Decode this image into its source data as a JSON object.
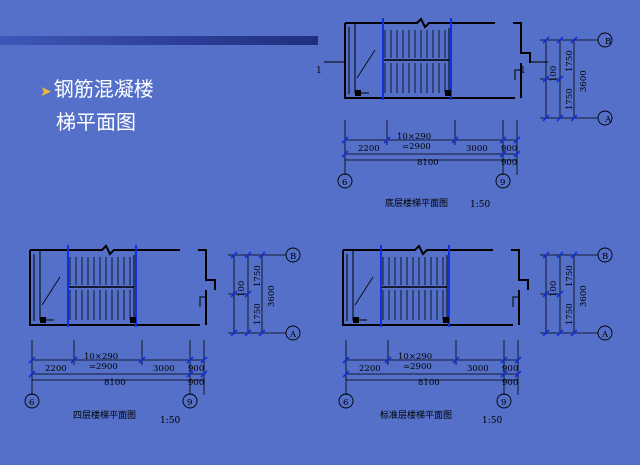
{
  "slide": {
    "bullet": "➤",
    "heading_line1": "钢筋混凝楼",
    "heading_line2": "梯平面图",
    "accent_color": "#f3b83c",
    "background_color": "#5470c8"
  },
  "plans": [
    {
      "id": "ground",
      "title": "底层楼梯平面图",
      "scale": "1:50",
      "dim_row1": [
        "2200",
        "10×290",
        "=2900",
        "3000",
        "900"
      ],
      "dim_row2": [
        "8100",
        "900"
      ],
      "vert_dims": [
        "1750",
        "1750",
        "100",
        "3600"
      ],
      "axes": [
        "6",
        "9",
        "B",
        "A"
      ],
      "section_mark": "1"
    },
    {
      "id": "fourth",
      "title": "四层楼梯平面图",
      "scale": "1:50",
      "dim_row1": [
        "2200",
        "10×290",
        "=2900",
        "3000",
        "900"
      ],
      "dim_row2": [
        "8100",
        "900"
      ],
      "vert_dims": [
        "1750",
        "1750",
        "100",
        "3600"
      ],
      "axes": [
        "6",
        "9",
        "B",
        "A"
      ]
    },
    {
      "id": "standard",
      "title": "标准层楼梯平面图",
      "scale": "1:50",
      "dim_row1": [
        "2200",
        "10×290",
        "=2900",
        "3000",
        "900"
      ],
      "dim_row2": [
        "8100",
        "900"
      ],
      "vert_dims": [
        "1750",
        "1750",
        "100",
        "3600"
      ],
      "axes": [
        "6",
        "9",
        "B",
        "A"
      ]
    }
  ]
}
